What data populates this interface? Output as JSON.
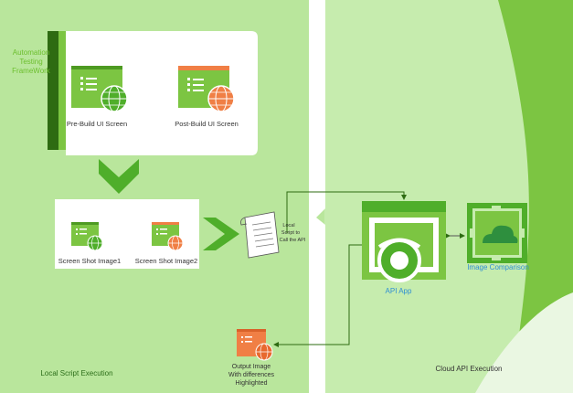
{
  "framework": {
    "label_lines": [
      "Automation",
      "Testing",
      "FrameWork"
    ]
  },
  "screens": {
    "pre_build_label": "Pre-Build UI Screen",
    "post_build_label": "Post-Build UI Screen"
  },
  "screenshots": {
    "image1_label": "Screen Shot Image1",
    "image2_label": "Screen Shot Image2"
  },
  "script": {
    "label_lines": [
      "Local",
      "Script to",
      "Call the API"
    ]
  },
  "api": {
    "app_label": "API App",
    "comparison_label": "Image Comparison"
  },
  "output": {
    "label_lines": [
      "Output Image",
      "With differences",
      "Highlighted"
    ]
  },
  "sections": {
    "local_label": "Local Script Execution",
    "cloud_label": "Cloud API Execution"
  },
  "colors": {
    "background": "#b9e69c",
    "accent_green": "#6cc531",
    "dark_green": "#2e6b12",
    "orange": "#f07f45",
    "blue_label": "#2f8fd3"
  }
}
